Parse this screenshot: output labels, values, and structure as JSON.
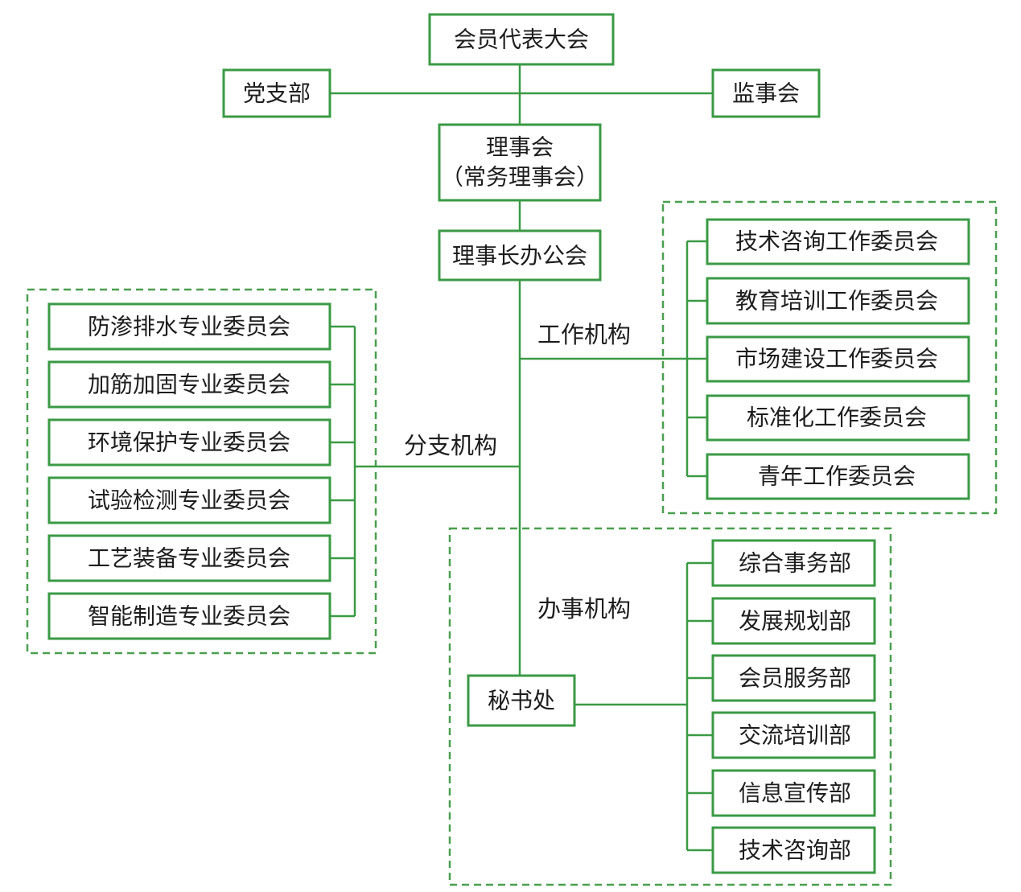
{
  "top": {
    "assembly": "会员代表大会",
    "party_branch": "党支部",
    "supervisory_board": "监事会",
    "council_line1": "理事会",
    "council_line2": "（常务理事会）",
    "chair_office": "理事长办公会"
  },
  "branch_labels": {
    "working": "工作机构",
    "branch": "分支机构",
    "admin": "办事机构"
  },
  "working_bodies": [
    "技术咨询工作委员会",
    "教育培训工作委员会",
    "市场建设工作委员会",
    "标准化工作委员会",
    "青年工作委员会"
  ],
  "branch_bodies": [
    "防渗排水专业委员会",
    "加筋加固专业委员会",
    "环境保护专业委员会",
    "试验检测专业委员会",
    "工艺装备专业委员会",
    "智能制造专业委员会"
  ],
  "secretariat": "秘书处",
  "admin_departments": [
    "综合事务部",
    "发展规划部",
    "会员服务部",
    "交流培训部",
    "信息宣传部",
    "技术咨询部"
  ],
  "colors": {
    "line": "#3a9a44",
    "text": "#1d1d1d"
  }
}
